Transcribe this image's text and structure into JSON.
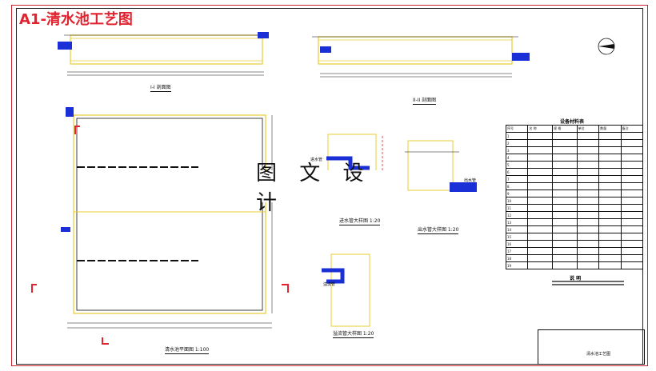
{
  "drawing": {
    "title": "A1-清水池工艺图",
    "watermark": "图 文 设 计"
  },
  "views": {
    "section_1": "I-I 剖面图",
    "section_2": "II-II 剖面图",
    "plan": "清水池平面图 1:100",
    "inlet_detail": "进水管大样图 1:20",
    "outlet_detail": "出水管大样图 1:20",
    "overflow_detail": "溢流管大样图 1:20"
  },
  "pipe_labels": {
    "inlet": "进水管",
    "outlet": "出水管",
    "overflow": "溢流管"
  },
  "legend": {
    "title": "设备材料表",
    "headers": [
      "序号",
      "名 称",
      "规 格",
      "单位",
      "数量",
      "备注"
    ],
    "row_numbers": [
      "1",
      "2",
      "3",
      "4",
      "5",
      "6",
      "7",
      "8",
      "9",
      "10",
      "11",
      "12",
      "13",
      "14",
      "15",
      "16",
      "17",
      "18",
      "19"
    ]
  },
  "notes": {
    "title": "说 明"
  },
  "title_block": {
    "drawing_name": "清水池工艺图"
  },
  "colors": {
    "frame_red": "#c8232c",
    "title_red": "#e0232e",
    "pipe_blue": "#1a2fd6",
    "annotation_magenta": "#c43fd1",
    "concrete_yellow": "#e8cc30",
    "line_black": "#111111"
  }
}
